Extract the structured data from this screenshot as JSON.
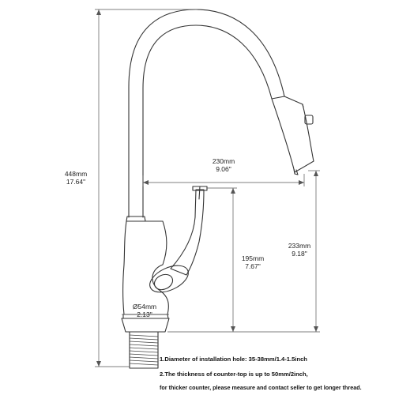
{
  "dimensions": {
    "overall_height": {
      "mm": "448mm",
      "inch": "17.64\""
    },
    "reach": {
      "mm": "230mm",
      "inch": "9.06\""
    },
    "spout_height": {
      "mm": "233mm",
      "inch": "9.18\""
    },
    "base_height": {
      "mm": "195mm",
      "inch": "7.67\""
    },
    "base_diameter": {
      "mm": "Ø54mm",
      "inch": "2.13\""
    }
  },
  "notes": [
    "1.Diameter of installation hole: 35-38mm/1.4-1.5inch",
    "2.The thickness of counter-top is up to 50mm/2inch,",
    "for thicker counter, please measure and contact seller to get longer thread."
  ]
}
